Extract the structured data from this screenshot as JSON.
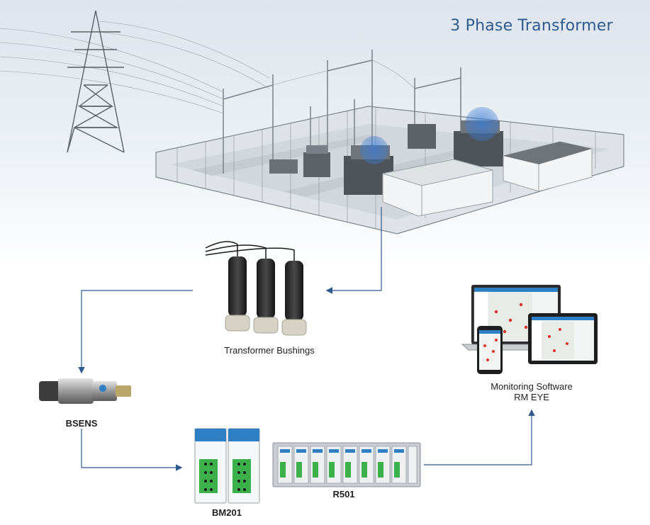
{
  "title": "3 Phase Transformer",
  "labels": {
    "bushings": "Transformer Bushings",
    "bsens": "BSENS",
    "bm201": "BM201",
    "r501": "R501",
    "software_line1": "Monitoring Software",
    "software_line2": "RM EYE"
  },
  "colors": {
    "title": "#2e5a8f",
    "flow_line": "#2e5a8f",
    "highlight": "#3a7bd5",
    "module_green": "#3cb04a",
    "module_blue": "#2f7fc4"
  },
  "icons": {
    "substation": "substation-illustration",
    "tower": "transmission-tower-icon",
    "bushing": "bushing-icon",
    "sensor": "sensor-icon",
    "module": "din-module-icon",
    "rack": "rack-chassis-icon",
    "laptop": "laptop-icon",
    "tablet": "tablet-icon",
    "phone": "phone-icon"
  }
}
